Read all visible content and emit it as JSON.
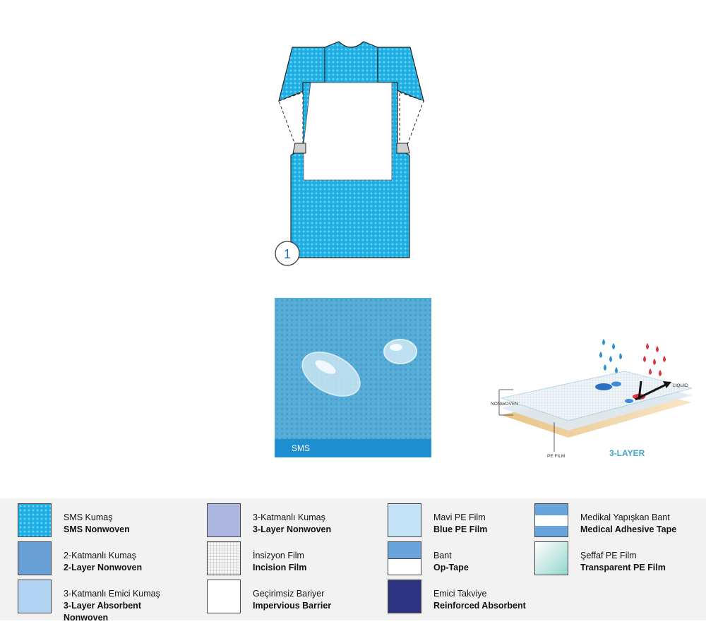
{
  "figure": {
    "callout_number": "1",
    "sms_photo_label": "SMS",
    "layer_diagram": {
      "nonwoven_label": "NONWOVEN",
      "pe_film_label": "PE FILM",
      "liquid_label": "LIQUID",
      "layer_title": "3-LAYER"
    }
  },
  "legend": [
    {
      "id": "sms",
      "tr": "SMS Kumaş",
      "en": "SMS Nonwoven",
      "color": "#1fb1e6",
      "pattern": "dots"
    },
    {
      "id": "two-layer",
      "tr": "2-Katmanlı Kumaş",
      "en": "2-Layer Nonwoven",
      "color": "#6a9fd6",
      "pattern": "solid"
    },
    {
      "id": "three-layer-absorbent",
      "tr": "3-Katmanlı Emici Kumaş",
      "en": "3-Layer Absorbent Nonwoven",
      "color": "#b2d3f1",
      "pattern": "solid"
    },
    {
      "id": "three-layer",
      "tr": "3-Katmanlı Kumaş",
      "en": "3-Layer Nonwoven",
      "color": "#aeb7e0",
      "pattern": "solid"
    },
    {
      "id": "incision-film",
      "tr": "İnsizyon Film",
      "en": "Incision Film",
      "color": "#f4f4f4",
      "pattern": "grid"
    },
    {
      "id": "impervious-barrier",
      "tr": "Geçirimsiz Bariyer",
      "en": "Impervious Barrier",
      "color": "#ffffff",
      "pattern": "solid"
    },
    {
      "id": "blue-pe-film",
      "tr": "Mavi PE Film",
      "en": "Blue PE Film",
      "color": "#c5e3f7",
      "pattern": "solid"
    },
    {
      "id": "op-tape",
      "tr": "Bant",
      "en": "Op-Tape",
      "color": "#6aa4dd",
      "pattern": "top-half"
    },
    {
      "id": "reinforced-absorbent",
      "tr": "Emici Takviye",
      "en": "Reinforced Absorbent",
      "color": "#2e3380",
      "pattern": "solid"
    },
    {
      "id": "medical-adhesive-tape",
      "tr": "Medikal Yapışkan Bant",
      "en": "Medical Adhesive Tape",
      "color": "#6aa4dd",
      "pattern": "stripes"
    },
    {
      "id": "transparent-pe-film",
      "tr": "Şeffaf PE Film",
      "en": "Transparent PE Film",
      "color": "#bfe7e0",
      "pattern": "gradient"
    }
  ]
}
